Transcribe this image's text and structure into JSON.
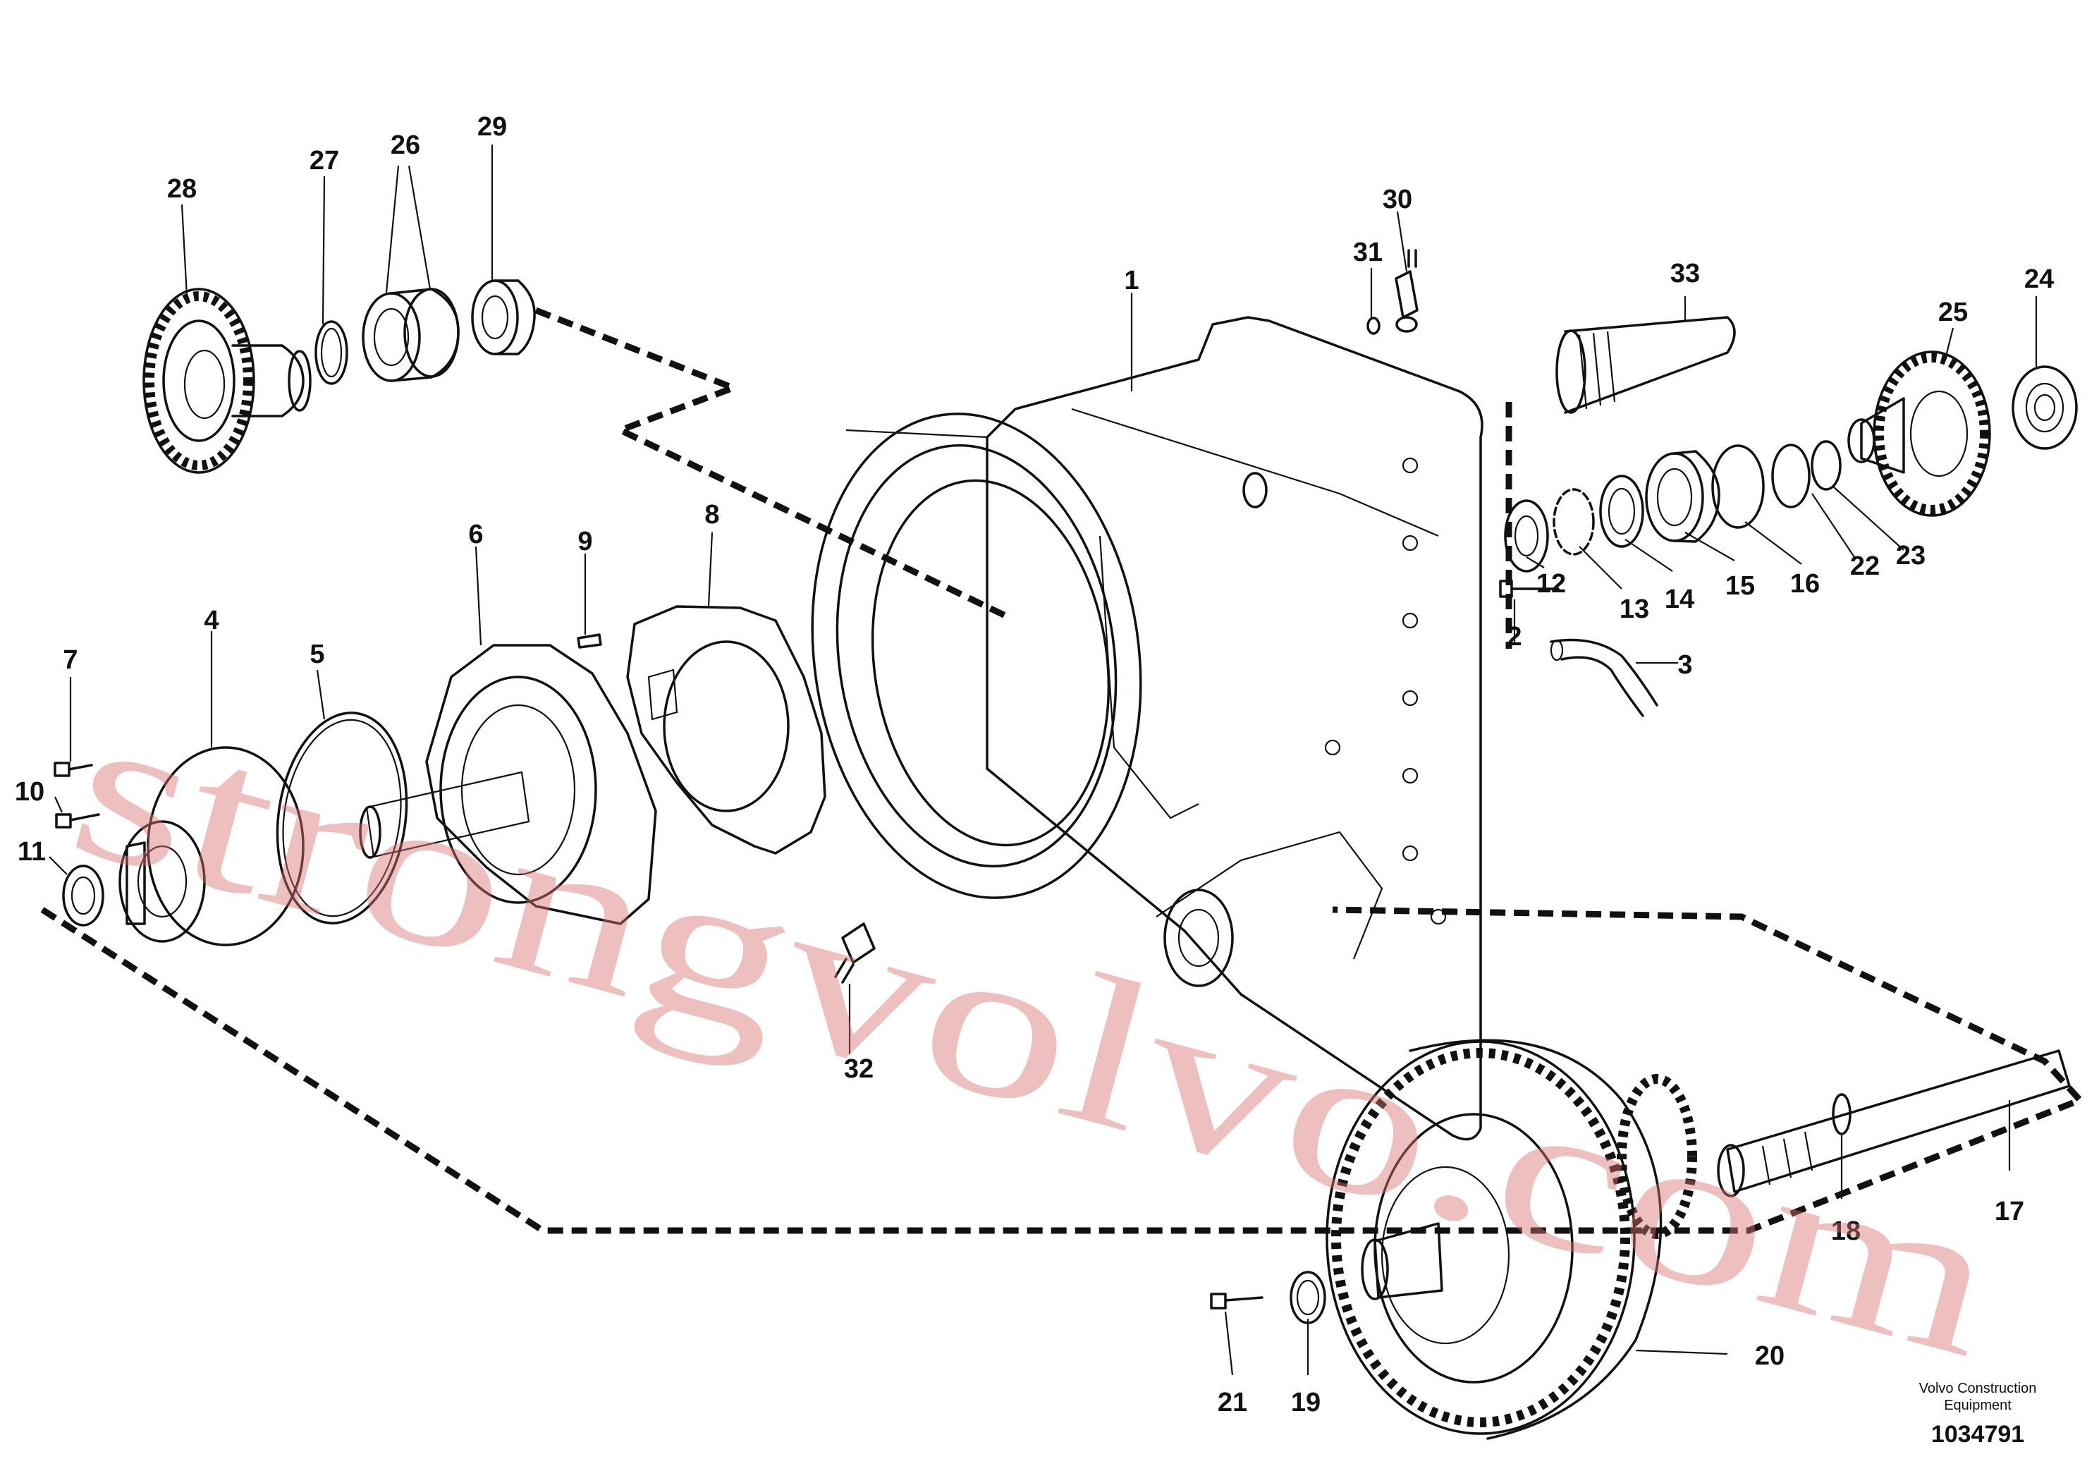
{
  "callouts": [
    "1",
    "2",
    "3",
    "4",
    "5",
    "6",
    "7",
    "8",
    "9",
    "10",
    "11",
    "12",
    "13",
    "14",
    "15",
    "16",
    "17",
    "18",
    "19",
    "20",
    "21",
    "22",
    "23",
    "24",
    "25",
    "26",
    "27",
    "28",
    "29",
    "30",
    "31",
    "32",
    "33"
  ],
  "watermark": "strongvolvo.com",
  "brand": {
    "line1": "Volvo Construction",
    "line2": "Equipment",
    "number": "1034791"
  }
}
